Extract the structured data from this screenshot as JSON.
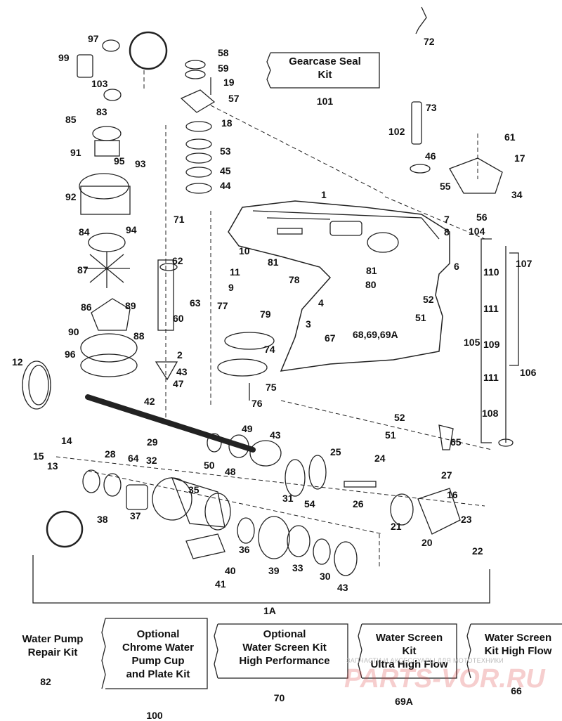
{
  "callouts": [
    "97",
    "58",
    "99",
    "59",
    "19",
    "103",
    "57",
    "83",
    "18",
    "85",
    "91",
    "95",
    "93",
    "53",
    "45",
    "44",
    "92",
    "71",
    "1",
    "72",
    "73",
    "102",
    "46",
    "61",
    "17",
    "55",
    "34",
    "56",
    "7",
    "8",
    "104",
    "84",
    "94",
    "10",
    "81",
    "62",
    "87",
    "11",
    "9",
    "78",
    "77",
    "79",
    "63",
    "89",
    "86",
    "60",
    "88",
    "90",
    "96",
    "2",
    "43",
    "47",
    "42",
    "12",
    "29",
    "49",
    "43",
    "50",
    "48",
    "14",
    "15",
    "13",
    "28",
    "64",
    "32",
    "38",
    "37",
    "35",
    "36",
    "39",
    "40",
    "41",
    "33",
    "30",
    "43",
    "31",
    "54",
    "25",
    "24",
    "26",
    "21",
    "20",
    "27",
    "16",
    "23",
    "22",
    "65",
    "51",
    "52",
    "81",
    "80",
    "52",
    "51",
    "67",
    "68,69,69A",
    "4",
    "3",
    "74",
    "75",
    "76",
    "6",
    "110",
    "111",
    "109",
    "105",
    "106",
    "111",
    "108",
    "107"
  ],
  "kits": [
    {
      "lines": "Gearcase Seal\nKit",
      "number": "101"
    },
    {
      "lines": "Water Pump\nRepair Kit",
      "number": "82"
    },
    {
      "lines": "Optional\nChrome Water\nPump Cup\nand Plate Kit",
      "number": "100"
    },
    {
      "lines": "Optional\nWater Screen Kit\nHigh Performance",
      "number": "70"
    },
    {
      "lines": "Water Screen\nKit\nUltra High Flow",
      "number": "69A"
    },
    {
      "lines": "Water Screen\nKit High Flow",
      "number": "66"
    }
  ],
  "assembly_label": "1A",
  "watermark": {
    "small": "ЗАПЧАСТИ И АКСЕССУАРЫ ДЛЯ МОТОТЕХНИКИ",
    "big": "PARTS-VOR.RU"
  }
}
